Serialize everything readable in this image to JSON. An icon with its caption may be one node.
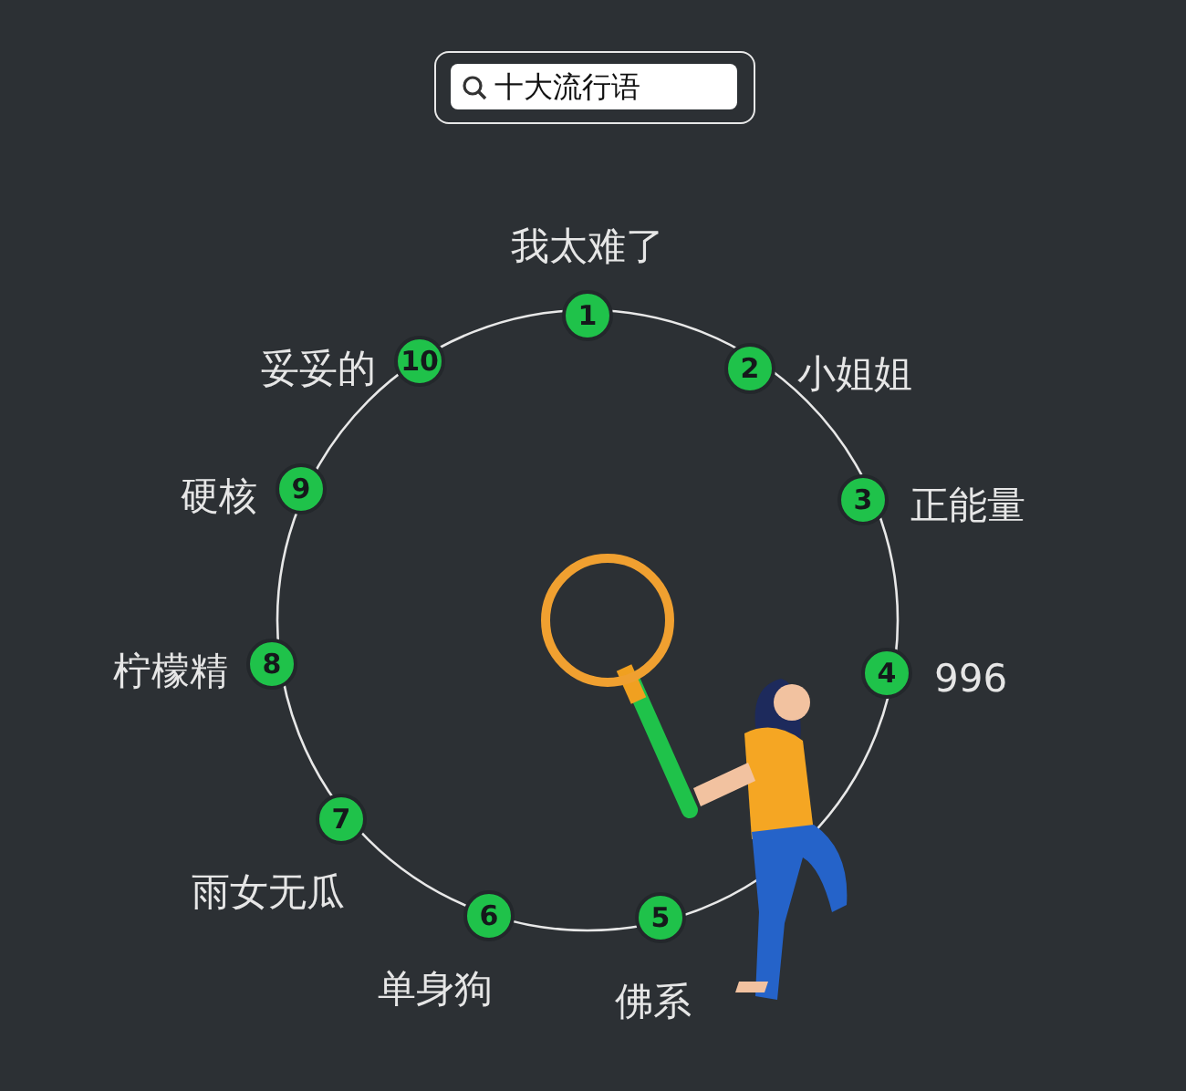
{
  "diagram": {
    "nodes": [
      {
        "text": [
          "1"
        ],
        "beside": [
          "我太难了"
        ]
      },
      {
        "text": [
          "2"
        ],
        "beside": [
          "小姐姐"
        ]
      },
      {
        "text": [
          "3"
        ],
        "beside": [
          "正能量"
        ]
      },
      {
        "text": [
          "4"
        ],
        "beside": [
          "996"
        ]
      },
      {
        "text": [
          "5"
        ],
        "beside": [
          "佛系"
        ]
      },
      {
        "text": [
          "6"
        ],
        "beside": [
          "单身狗"
        ]
      },
      {
        "text": [
          "7"
        ],
        "beside": [
          "雨女无瓜"
        ]
      },
      {
        "text": [
          "8"
        ],
        "beside": [
          "柠檬精"
        ]
      },
      {
        "text": [
          "9"
        ],
        "beside": [
          "硬核"
        ]
      },
      {
        "text": [
          "10"
        ],
        "beside": [
          "妥妥的"
        ]
      }
    ],
    "labels": [
      "十大流行语"
    ]
  }
}
